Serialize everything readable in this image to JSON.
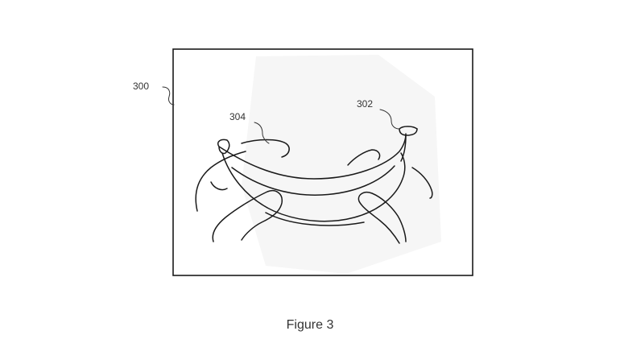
{
  "figure": {
    "caption": "Figure 3",
    "labels": {
      "device": "300",
      "object": "302",
      "hands": "304"
    }
  }
}
